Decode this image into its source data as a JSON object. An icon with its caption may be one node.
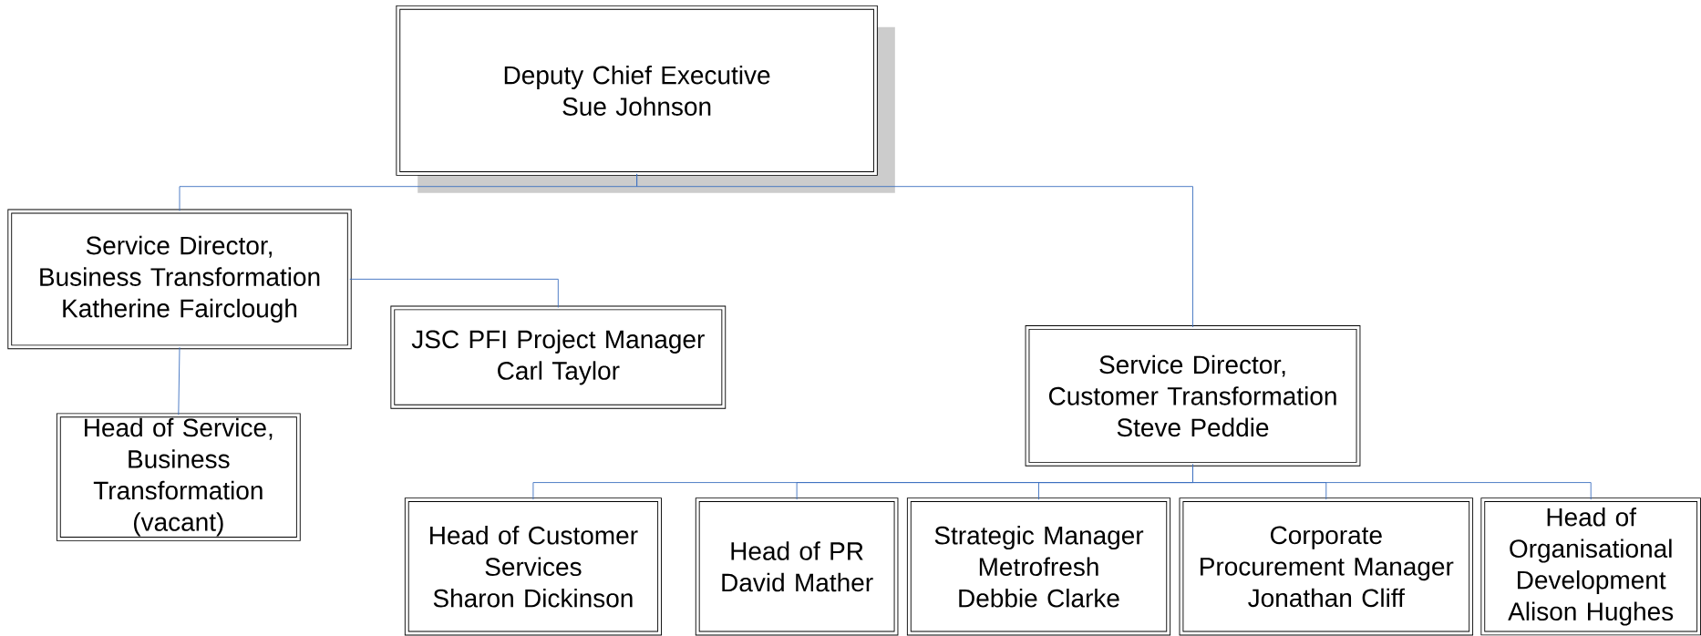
{
  "diagram": {
    "nodes": [
      {
        "text": [
          "Deputy Chief Executive",
          "Sue Johnson"
        ]
      },
      {
        "text": [
          "Service Director, Business Transformation",
          "Katherine Fairclough"
        ]
      },
      {
        "text": [
          "JSC PFI Project Manager",
          "Carl Taylor"
        ]
      },
      {
        "text": [
          "Head of Service, Business Transformation",
          "(vacant)"
        ]
      },
      {
        "text": [
          "Service Director, Customer Transformation",
          "Steve Peddie"
        ]
      },
      {
        "text": [
          "Head of Customer Services",
          "Sharon Dickinson"
        ]
      },
      {
        "text": [
          "Head of PR",
          "David Mather"
        ]
      },
      {
        "text": [
          "Strategic Manager Metrofresh",
          "Debbie Clarke"
        ]
      },
      {
        "text": [
          "Corporate Procurement Manager",
          "Jonathan Cliff"
        ]
      },
      {
        "text": [
          "Head of Organisational Development",
          "Alison Hughes"
        ]
      }
    ],
    "edges": [
      {
        "from": 0,
        "to": 1,
        "arrow": "none"
      },
      {
        "from": 0,
        "to": 4,
        "arrow": "none"
      },
      {
        "from": 1,
        "to": 2,
        "arrow": "none"
      },
      {
        "from": 1,
        "to": 3,
        "arrow": "none"
      },
      {
        "from": 4,
        "to": 5,
        "arrow": "none"
      },
      {
        "from": 4,
        "to": 6,
        "arrow": "none"
      },
      {
        "from": 4,
        "to": 7,
        "arrow": "none"
      },
      {
        "from": 4,
        "to": 8,
        "arrow": "none"
      },
      {
        "from": 4,
        "to": 9,
        "arrow": "none"
      }
    ]
  }
}
